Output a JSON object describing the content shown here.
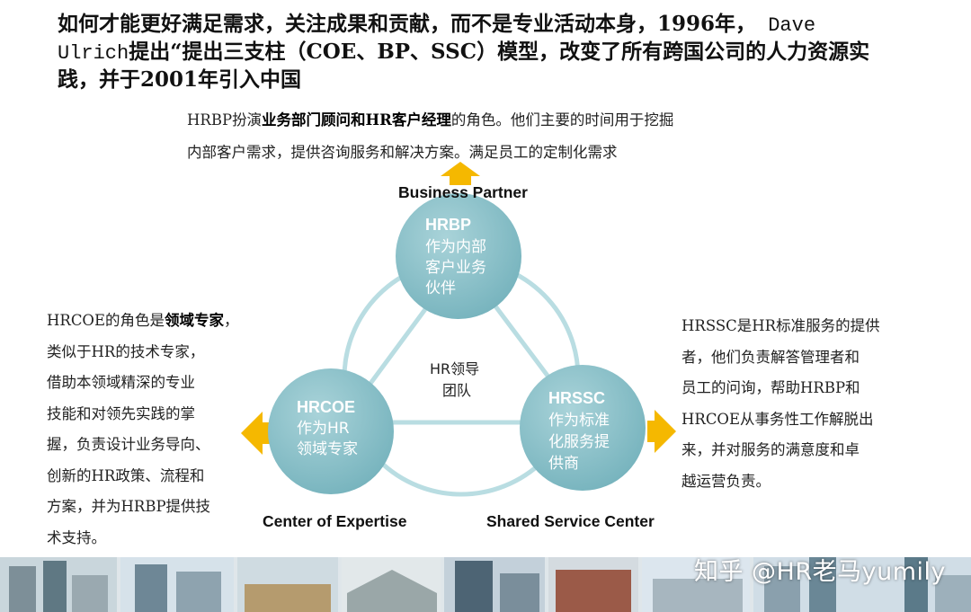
{
  "heading": {
    "line1_a": "如何才能更好满足需求，关注成果和贡献，而不是专业活动本身，1996年，",
    "line1_b": " Dave",
    "line2_a": "Ulrich",
    "line2_b": "提出“提出三支柱（COE、BP、SSC）模型，改变了所有跨国公司的人力资源实",
    "line3": "践，并于2001年引入中国"
  },
  "hrbp_desc": {
    "pre": "HRBP扮演",
    "bold": "业务部门顾问和HR客户经理",
    "post1": "的角色。他们主要的时间用于挖掘",
    "post2": "内部客户需求，提供咨询服务和解决方案。满足员工的定制化需求"
  },
  "coe_desc": {
    "pre": "HRCOE的角色是",
    "bold": "领域专家",
    "post": "，",
    "lines": [
      "类似于HR的技术专家，",
      "借助本领域精深的专业",
      "技能和对领先实践的掌",
      "握，负责设计业务导向、",
      "创新的HR政策、流程和",
      "方案，并为HRBP提供技",
      "术支持。"
    ]
  },
  "ssc_desc": {
    "lines": [
      "HRSSC是HR标准服务的提供",
      "者，他们负责解答管理者和",
      "员工的问询，帮助HRBP和",
      "HRCOE从事务性工作解脱出",
      "来，并对服务的满意度和卓",
      "越运营负责。"
    ]
  },
  "diagram": {
    "top_label": "Business Partner",
    "left_label": "Center of Expertise",
    "right_label": "Shared Service Center",
    "center": [
      "HR领导",
      "团队"
    ],
    "hrbp": {
      "title": "HRBP",
      "lines": [
        "作为内部",
        "客户业务",
        "伙伴"
      ]
    },
    "hrcoe": {
      "title": "HRCOE",
      "lines": [
        "作为HR",
        "领域专家"
      ]
    },
    "hrssc": {
      "title": "HRSSC",
      "lines": [
        "作为标准",
        "化服务提",
        "供商"
      ]
    }
  },
  "colors": {
    "node": "#8fc3cb",
    "node_dark": "#6aa9b3",
    "ring": "#b9dde2",
    "arrow": "#f5b800"
  },
  "watermark": "知乎 @HR老马yumily"
}
